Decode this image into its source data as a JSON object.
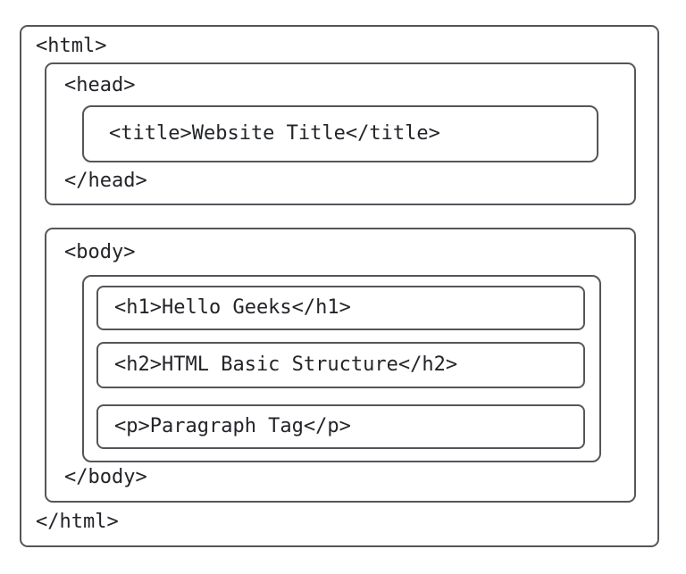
{
  "colors": {
    "background": "#ffffff",
    "box_border": "#54565a",
    "tag_text": "#222428"
  },
  "diagram": {
    "html": {
      "open": "<html>",
      "close": "</html>"
    },
    "head": {
      "open": "<head>",
      "close": "</head>",
      "title": "<title>Website Title</title>"
    },
    "body": {
      "open": "<body>",
      "close": "</body>",
      "elements": [
        {
          "label": "<h1>Hello Geeks</h1>"
        },
        {
          "label": "<h2>HTML Basic Structure</h2>"
        },
        {
          "label": "<p>Paragraph Tag</p>"
        }
      ]
    }
  }
}
